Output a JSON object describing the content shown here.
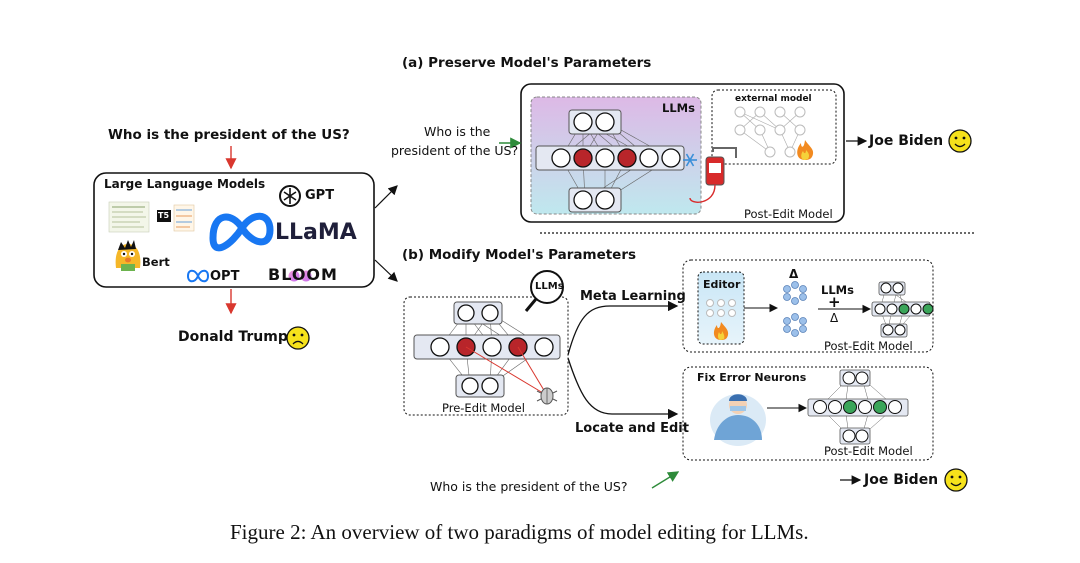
{
  "left": {
    "question": "Who is the president of the US?",
    "box_title": "Large Language Models",
    "models": [
      "GPT",
      "LLaMA",
      "Bert",
      "OPT",
      "BLOOM"
    ],
    "t5_label": "T5",
    "answer": "Donald Trump"
  },
  "panel_a": {
    "title": "(a) Preserve Model's Parameters",
    "question_line1": "Who is the",
    "question_line2": "president of the US?",
    "llms_label": "LLMs",
    "external_label": "external model",
    "post_edit_label": "Post-Edit Model",
    "answer": "Joe Biden"
  },
  "panel_b": {
    "title": "(b) Modify Model's Parameters",
    "llms_badge": "LLMs",
    "pre_edit_label": "Pre-Edit Model",
    "meta_learning": "Meta Learning",
    "locate_edit": "Locate and Edit",
    "editor_label": "Editor",
    "delta": "Δ",
    "llms_label": "LLMs",
    "plus": "+",
    "post_edit_1": "Post-Edit Model",
    "fix_error": "Fix Error Neurons",
    "post_edit_2": "Post-Edit Model",
    "question": "Who is the president of the US?",
    "answer": "Joe Biden"
  },
  "caption": "Figure 2: An overview of two paradigms of model editing for LLMs.",
  "colors": {
    "red_neuron": "#b8252a",
    "green_neuron": "#3aa55a",
    "llm_bg_top": "#ddb9e6",
    "llm_bg_bottom": "#bfe8ee",
    "arrow_red": "#d9372e",
    "arrow_green": "#2e8b3a",
    "smiley": "#f6e21b"
  }
}
